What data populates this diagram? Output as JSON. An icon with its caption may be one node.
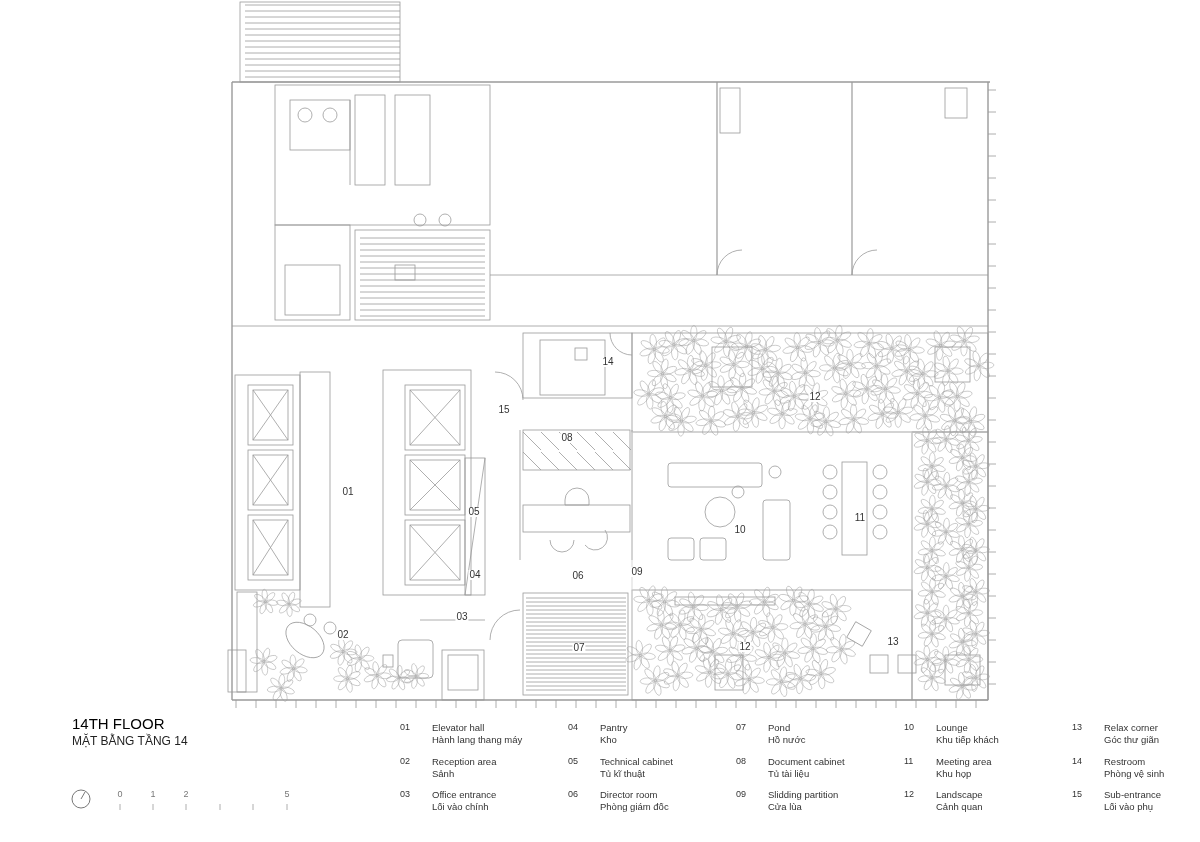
{
  "diagram": {
    "title": "14TH FLOOR",
    "labels": [
      "14",
      "12",
      "15",
      "08",
      "01",
      "05",
      "10",
      "11",
      "04",
      "06",
      "09",
      "03",
      "02",
      "07",
      "12",
      "13",
      "MẶT BẰNG TẦNG 14",
      "0",
      "1",
      "2",
      "5",
      "01",
      "Elevator hall",
      "Hành lang thang máy",
      "04",
      "Pantry",
      "Kho",
      "07",
      "Pond",
      "Hồ nước",
      "10",
      "Lounge",
      "Khu tiếp khách",
      "13",
      "Relax corner",
      "Góc thư giãn",
      "02",
      "Reception area",
      "Sảnh",
      "05",
      "Technical cabinet",
      "Tủ kĩ thuật",
      "08",
      "Document cabinet",
      "Tủ tài liệu",
      "11",
      "Meeting area",
      "Khu họp",
      "14",
      "Restroom",
      "Phòng vệ sinh",
      "03",
      "Office entrance",
      "Lối vào chính",
      "06",
      "Director room",
      "Phòng giám đốc",
      "09",
      "Slidding partition",
      "Cửa lùa",
      "12",
      "Landscape",
      "Cảnh quan",
      "15",
      "Sub-entrance",
      "Lối vào phụ"
    ]
  }
}
